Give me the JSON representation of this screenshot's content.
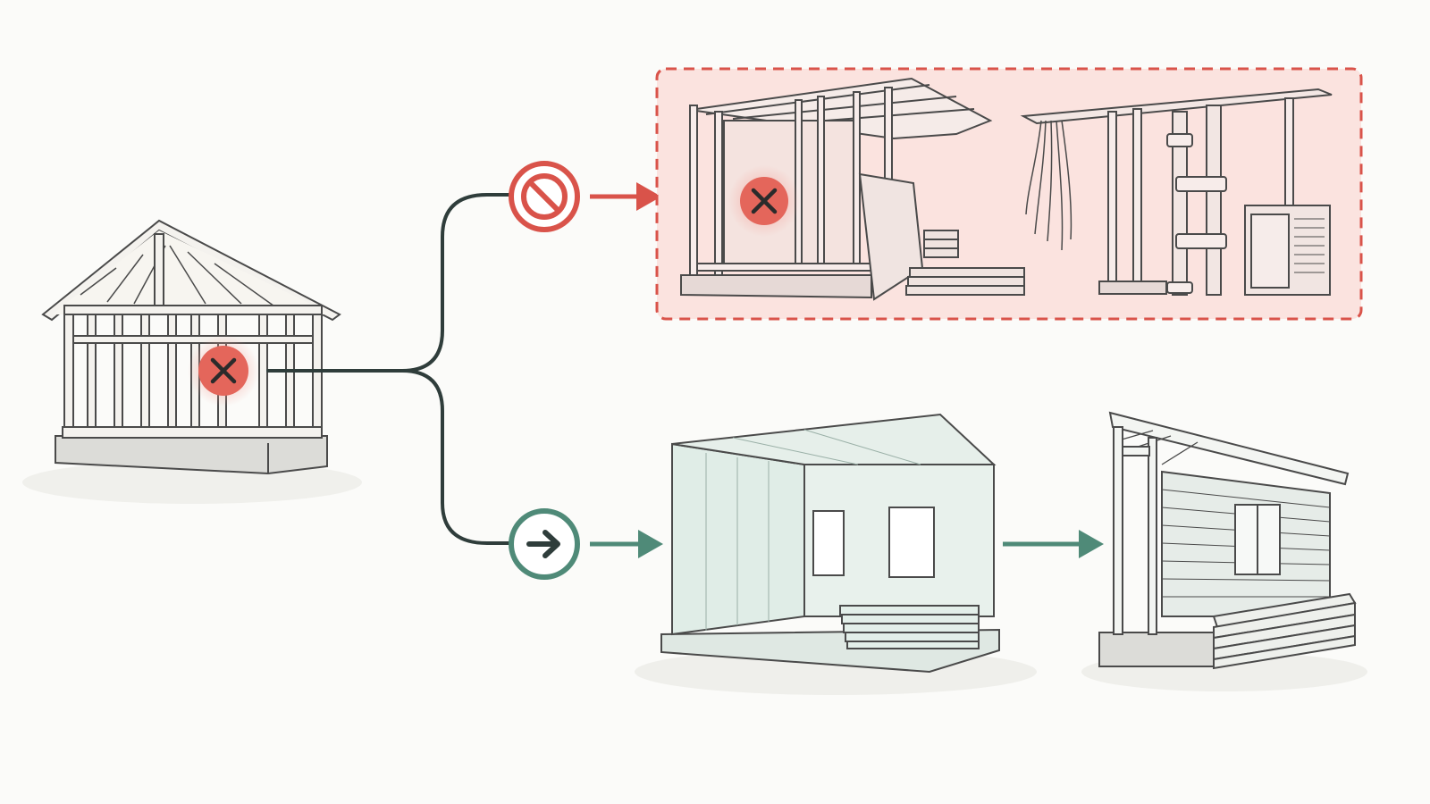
{
  "diagram": {
    "start_node": {
      "label": "",
      "icon": "blocked-x-icon",
      "subject": "house-frame"
    },
    "branches": [
      {
        "name": "blocked-path",
        "icon": "no-entry-icon",
        "color": "#d9534a",
        "panel_fill": "#fbe3df",
        "status": "blocked",
        "scenes": [
          {
            "subject": "framed-room-with-drywall-stack",
            "icon": "blocked-x-icon"
          },
          {
            "subject": "rough-in-wiring-plumbing-hvac"
          }
        ]
      },
      {
        "name": "proceed-path",
        "icon": "arrow-right-circle-icon",
        "color": "#4f8a78",
        "status": "proceed",
        "scenes": [
          {
            "subject": "drywalled-room-with-panel-stack"
          },
          {
            "subject": "sided-exterior-with-lumber-stack"
          }
        ]
      }
    ],
    "colors": {
      "line": "#2f3d3b",
      "outline": "#4a4a4a",
      "wood": "#f4f2ee",
      "concrete": "#dcdcd8",
      "drywall": "#e3efe9"
    }
  }
}
